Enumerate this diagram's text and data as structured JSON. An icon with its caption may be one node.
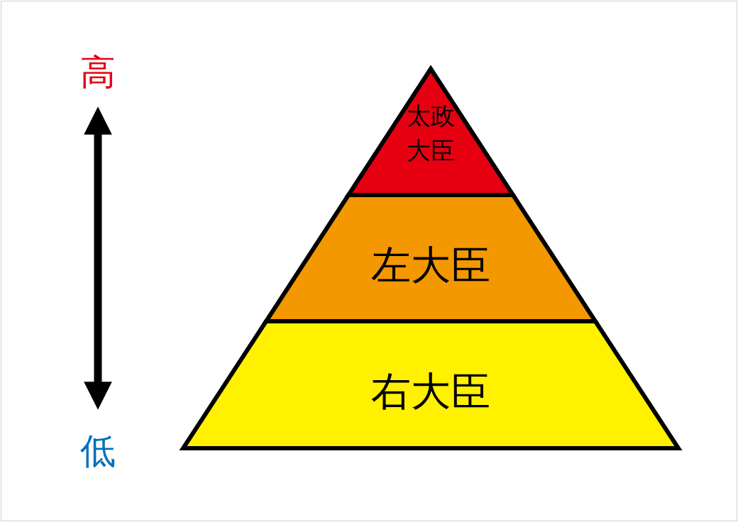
{
  "diagram": {
    "nodes": [
      {
        "text": [
          "太政大臣"
        ]
      },
      {
        "text": [
          "左大臣"
        ]
      },
      {
        "text": [
          "右大臣"
        ]
      }
    ],
    "labels": [
      "高",
      "低"
    ]
  }
}
